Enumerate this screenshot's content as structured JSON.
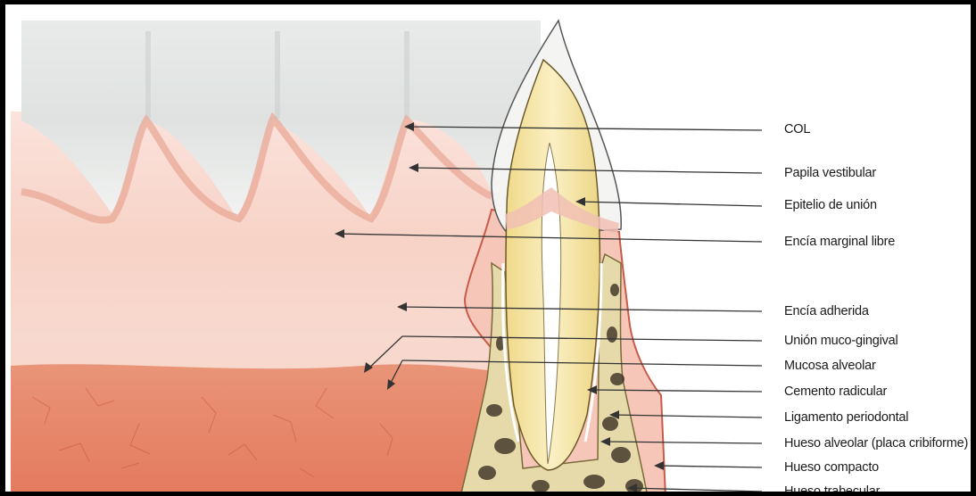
{
  "labels": [
    {
      "id": "col",
      "text": "COL"
    },
    {
      "id": "papila",
      "text": "Papila vestibular"
    },
    {
      "id": "epitelio",
      "text": "Epitelio de unión"
    },
    {
      "id": "encia_libre",
      "text": "Encía marginal libre"
    },
    {
      "id": "encia_adherida",
      "text": "Encía adherida"
    },
    {
      "id": "union_mg",
      "text": "Unión muco-gingival"
    },
    {
      "id": "mucosa",
      "text": "Mucosa alveolar"
    },
    {
      "id": "cemento",
      "text": "Cemento radicular"
    },
    {
      "id": "ligamento",
      "text": "Ligamento periodontal"
    },
    {
      "id": "hueso_alveolar",
      "text": "Hueso alveolar (placa cribiforme)"
    },
    {
      "id": "hueso_compacto",
      "text": "Hueso compacto"
    },
    {
      "id": "hueso_trabecular",
      "text": "Hueso trabecular"
    }
  ],
  "colors": {
    "enamel": "#f2f2f2",
    "dentin": "#f5e6a6",
    "pulp": "#ffffff",
    "gingiva": "#f3c2b5",
    "mucosa": "#e88a6e",
    "bone": "#e4d7a6",
    "leader": "#333333"
  }
}
